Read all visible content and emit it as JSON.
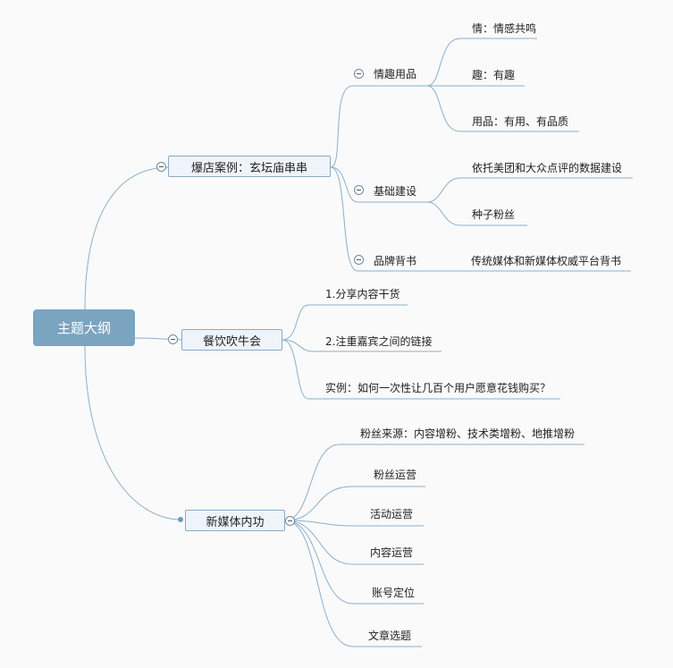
{
  "root": {
    "label": "主题大纲"
  },
  "branches": [
    {
      "label": "爆店案例：玄坛庙串串",
      "children": [
        {
          "label": "情趣用品",
          "children": [
            "情：情感共鸣",
            "趣：有趣",
            "用品：有用、有品质"
          ]
        },
        {
          "label": "基础建设",
          "children": [
            "依托美团和大众点评的数据建设",
            "种子粉丝"
          ]
        },
        {
          "label": "品牌背书",
          "children": [
            "传统媒体和新媒体权威平台背书"
          ]
        }
      ]
    },
    {
      "label": "餐饮吹牛会",
      "children": [
        "1.分享内容干货",
        "2.注重嘉宾之间的链接",
        "实例：如何一次性让几百个用户愿意花钱购买？"
      ]
    },
    {
      "label": "新媒体内功",
      "children": [
        "粉丝来源：内容增粉、技术类增粉、地推增粉",
        "粉丝运营",
        "活动运营",
        "内容运营",
        "账号定位",
        "文章选题"
      ]
    }
  ],
  "colors": {
    "line": "#8bb0cc",
    "root_fill": "#7ba4c0",
    "topic_fill": "#eef4f9",
    "topic_border": "#8aaac4"
  }
}
